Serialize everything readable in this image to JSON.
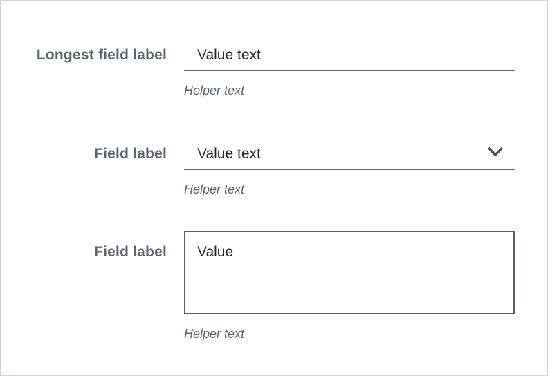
{
  "form": {
    "fields": [
      {
        "control": "text-input",
        "label": "Longest field label",
        "value": "Value text",
        "helper": "Helper text"
      },
      {
        "control": "select",
        "label": "Field label",
        "value": "Value text",
        "helper": "Helper text",
        "icon": "chevron-down-icon"
      },
      {
        "control": "textarea",
        "label": "Field label",
        "value": "Value",
        "helper": "Helper text"
      }
    ],
    "colors": {
      "panel_border": "#ced3da",
      "label_text": "#5b6270",
      "value_text": "#26262c",
      "field_underline": "#616873",
      "textarea_border": "#575e68",
      "helper_text": "#5f6673",
      "chevron": "#454c59"
    }
  }
}
